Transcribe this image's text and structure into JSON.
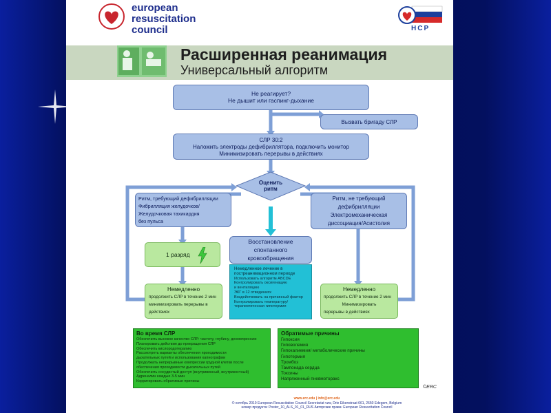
{
  "header": {
    "org_line1": "european",
    "org_line2": "resuscitation",
    "org_line3": "council",
    "right_logo_text": "НСР",
    "title": "Расширенная реанимация",
    "subtitle": "Универсальный алгоритм"
  },
  "flow": {
    "unresponsive_line1": "Не реагирует?",
    "unresponsive_line2": "Не дышит или гаспинг-дыхание",
    "call_team": "Вызвать бригаду СЛР",
    "cpr_line1": "СЛР 30:2",
    "cpr_line2": "Наложить электроды дефибриллятора, подключить монитор",
    "cpr_line3": "Минимизировать перерывы в действиях",
    "assess_line1": "Оценить",
    "assess_line2": "ритм",
    "shockable_lines": [
      "Ритм, требующий дефибрилляции",
      "Фибрилляция желудочков/",
      "Желудочковая тахикардия",
      "без пульса"
    ],
    "nonshockable_lines": [
      "Ритм, не требующий",
      "дефибрилляции",
      "Электромеханическая",
      "диссоциация/Асистолия"
    ],
    "shock": "1 разряд",
    "rosc_lines": [
      "Восстановление",
      "спонтанного",
      "кровообращения"
    ],
    "left_continue_lines": [
      "Немедленно",
      "продолжить СЛР в течение 2 мин",
      "минимизировать перерывы в",
      "действиях"
    ],
    "right_continue_lines": [
      "Немедленно",
      "продолжить СЛР в течение 2 мин",
      "Минимизировать",
      "перерывы в действиях"
    ],
    "post_lines": [
      "Немедленное лечение в",
      "постреанимационном периоде",
      "Использовать алгоритм ABCDE",
      "Контролировать оксигенацию",
      "и вентиляцию",
      "ЭКГ в 12 отведениях",
      "Воздействовать на причинный фактор",
      "Контролировать температуру/",
      "терапевтическая гипотермия"
    ]
  },
  "during_cpr": {
    "heading": "Во время СЛР",
    "lines": [
      "Обеспечить высокое качество СЛР: частоту, глубину, декомпрессию",
      "Планировать действия до прекращения СЛР",
      "Обеспечить кислородотерапию",
      "Рассмотреть варианты обеспечения проходимости",
      "дыхательных путей и использования капнографии",
      "Продолжать непрерывные компрессии грудной клетки после",
      "обеспечения проходимости дыхательных путей",
      "Обеспечить сосудистый доступ (внутривенный, внутрикостный)",
      "Адреналин каждые 3-5 мин",
      "Корригировать обратимые причины"
    ]
  },
  "reversible": {
    "heading": "Обратимые причины",
    "lines": [
      "Гипоксия",
      "Гиповолемия",
      "Гипокалиемия/ метаболические причины",
      "Гипотермия",
      "Тромбоз",
      "Тампонада сердца",
      "Токсины",
      "Напряженный пневмоторакс"
    ]
  },
  "footer": {
    "url": "www.erc.edu | info@erc.edu",
    "line2": "© октябрь 2010 European Resuscitation Council Secretariat vzw, Drie Eikenstraat 661, 2650 Edegem, Belgium",
    "line3": "номер продукта: Poster_10_ALS_01_01_RUS  Авторские права: European Resuscitation Council",
    "signature": "©ERC"
  },
  "colors": {
    "box_blue": "#a8bfe6",
    "arrow_blue": "#7e9fd6",
    "teal": "#22c0d6",
    "green": "#2fbe2f",
    "shock_green": "#b9e89f"
  }
}
